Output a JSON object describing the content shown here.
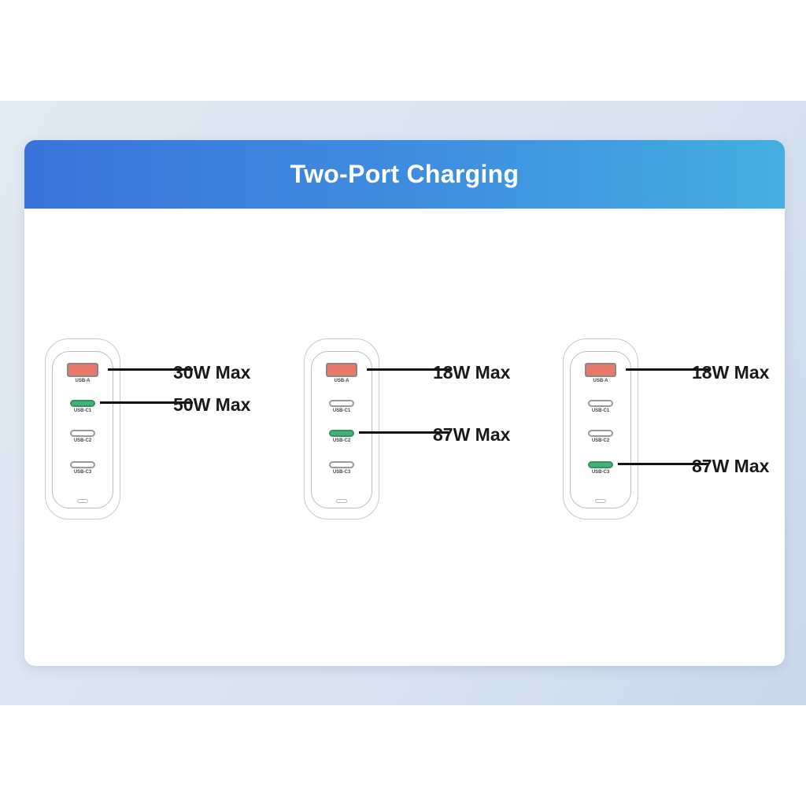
{
  "title": "Two-Port Charging",
  "port_labels": {
    "a": "USB-A",
    "c1": "USB-C1",
    "c2": "USB-C2",
    "c3": "USB-C3"
  },
  "configs": [
    {
      "active_port": "USB-C1",
      "labels": [
        "30W Max",
        "50W Max"
      ]
    },
    {
      "active_port": "USB-C2",
      "labels": [
        "18W Max",
        "87W Max"
      ]
    },
    {
      "active_port": "USB-C3",
      "labels": [
        "18W Max",
        "87W Max"
      ]
    }
  ],
  "colors": {
    "header_start": "#3a73db",
    "header_end": "#45aee0",
    "usb_a": "#e8786a",
    "active_port": "#3fb37a"
  }
}
